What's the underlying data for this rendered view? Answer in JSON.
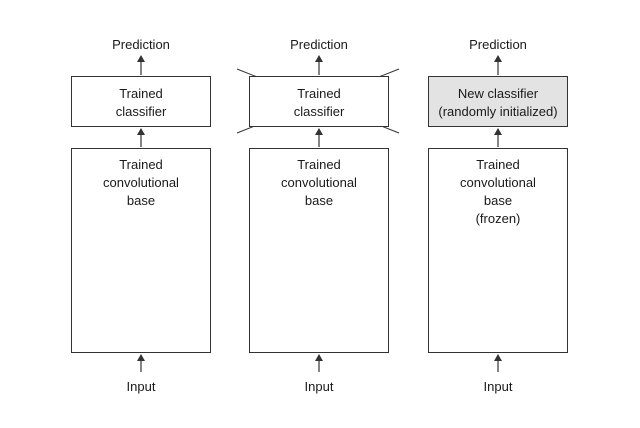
{
  "colors": {
    "stroke": "#333333",
    "shaded_fill": "#e3e3e3"
  },
  "columns": [
    {
      "prediction": "Prediction",
      "classifier": {
        "lines": [
          "Trained",
          "classifier"
        ],
        "crossed_out": false,
        "shaded": false
      },
      "base": {
        "lines": [
          "Trained",
          "convolutional",
          "base"
        ]
      },
      "input": "Input"
    },
    {
      "prediction": "Prediction",
      "classifier": {
        "lines": [
          "Trained",
          "classifier"
        ],
        "crossed_out": true,
        "shaded": false
      },
      "base": {
        "lines": [
          "Trained",
          "convolutional",
          "base"
        ]
      },
      "input": "Input"
    },
    {
      "prediction": "Prediction",
      "classifier": {
        "lines": [
          "New classifier",
          "(randomly initialized)"
        ],
        "crossed_out": false,
        "shaded": true
      },
      "base": {
        "lines": [
          "Trained",
          "convolutional",
          "base",
          "(frozen)"
        ]
      },
      "input": "Input"
    }
  ]
}
